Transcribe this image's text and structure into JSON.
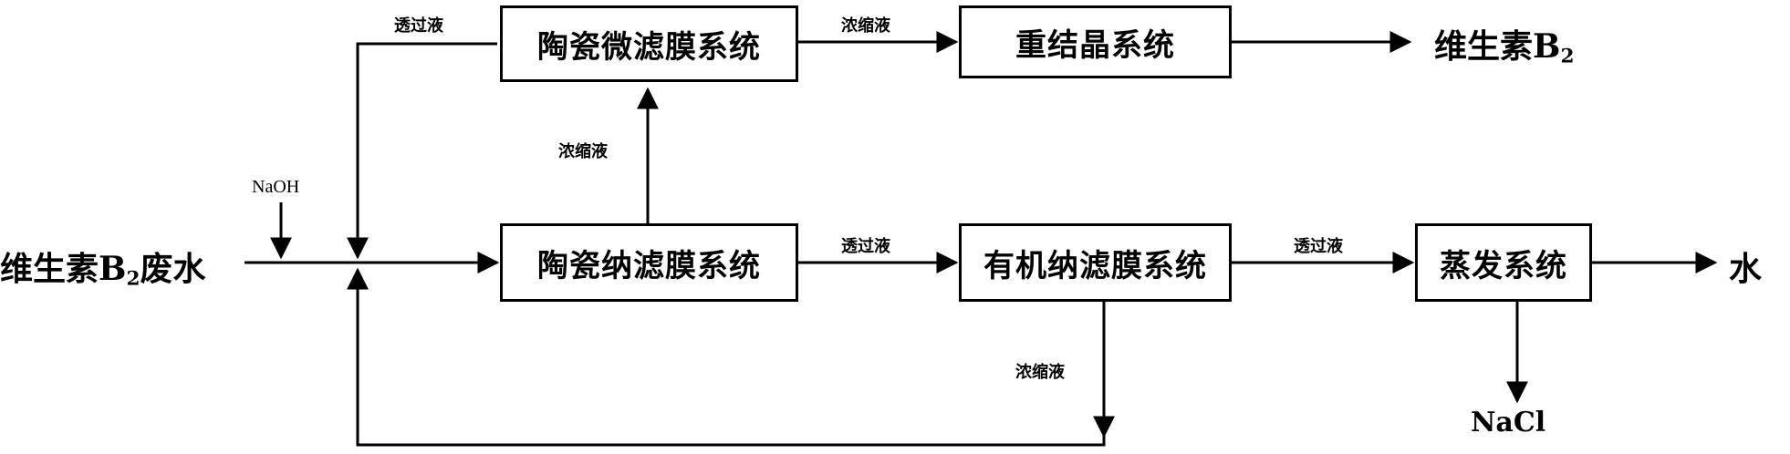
{
  "inputs": {
    "waste_water": {
      "prefix": "维生素B",
      "sub": "2",
      "suffix": "废水"
    },
    "naoh": "NaOH"
  },
  "boxes": {
    "ceramic_mf": "陶瓷微滤膜系统",
    "recrystallization": "重结晶系统",
    "ceramic_nf": "陶瓷纳滤膜系统",
    "organic_nf": "有机纳滤膜系统",
    "evaporation": "蒸发系统"
  },
  "outputs": {
    "vitamin_b2": {
      "prefix": "维生素B",
      "sub": "2"
    },
    "water": "水",
    "nacl": "NaCl"
  },
  "flow_labels": {
    "permeate": "透过液",
    "concentrate": "浓缩液"
  }
}
